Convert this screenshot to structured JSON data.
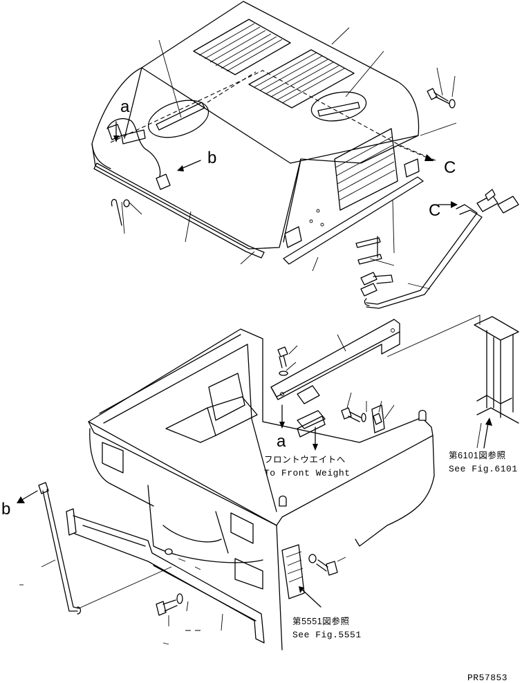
{
  "labels": {
    "ref_a_top": "a",
    "ref_b_top": "b",
    "ref_c_upper": "C",
    "ref_c_lower": "C",
    "ref_a_bottom": "a",
    "ref_b_bottom": "b"
  },
  "notes": {
    "front_weight_jp": "フロントウエイトへ",
    "front_weight_en": "To Front Weight",
    "fig6101_jp": "第6101図参照",
    "fig6101_en": "See Fig.6101",
    "fig5551_jp": "第5551図参照",
    "fig5551_en": "See Fig.5551"
  },
  "drawing_id": "PR57853",
  "colors": {
    "ink": "#000000",
    "paper": "#ffffff"
  }
}
